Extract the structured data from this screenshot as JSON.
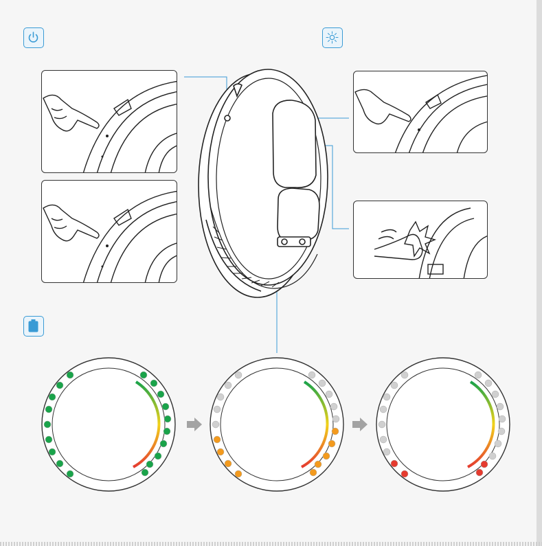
{
  "icons": {
    "power": "power-icon",
    "light": "light-sparkle-icon",
    "battery": "battery-icon"
  },
  "colors": {
    "accent": "#3a9bd5",
    "led_green": "#1aa34a",
    "led_orange": "#f39a1e",
    "led_red": "#e53b2f",
    "led_gray": "#d0d0d0",
    "outline": "#333333"
  },
  "battery_levels": [
    {
      "state": "full",
      "lit_color": "green"
    },
    {
      "state": "medium",
      "lit_color": "orange"
    },
    {
      "state": "low",
      "lit_color": "red"
    }
  ],
  "arrows": [
    "arrow-right-icon",
    "arrow-right-icon"
  ]
}
